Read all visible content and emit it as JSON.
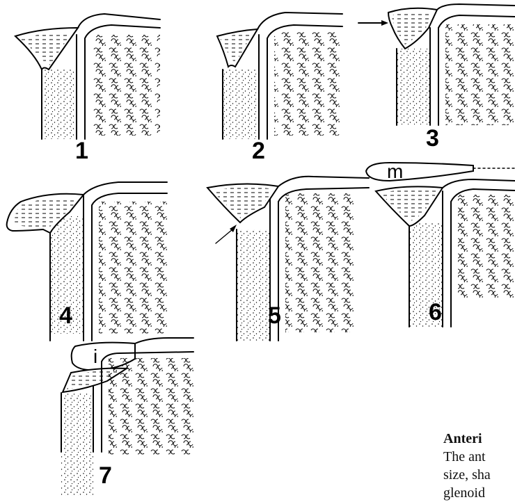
{
  "panels": [
    {
      "number": "1",
      "variant": "normal"
    },
    {
      "number": "2",
      "variant": "small"
    },
    {
      "number": "3",
      "variant": "arrow-top"
    },
    {
      "number": "4",
      "variant": "hooked"
    },
    {
      "number": "5",
      "variant": "arrow-side"
    },
    {
      "number": "6",
      "variant": "meniscoid",
      "letter": "m"
    },
    {
      "number": "7",
      "variant": "inferior",
      "letter": "i"
    }
  ],
  "body_text": {
    "heading": "Anteri",
    "line1": "The ant",
    "line2": "size, sha",
    "line3": "glenoid"
  }
}
